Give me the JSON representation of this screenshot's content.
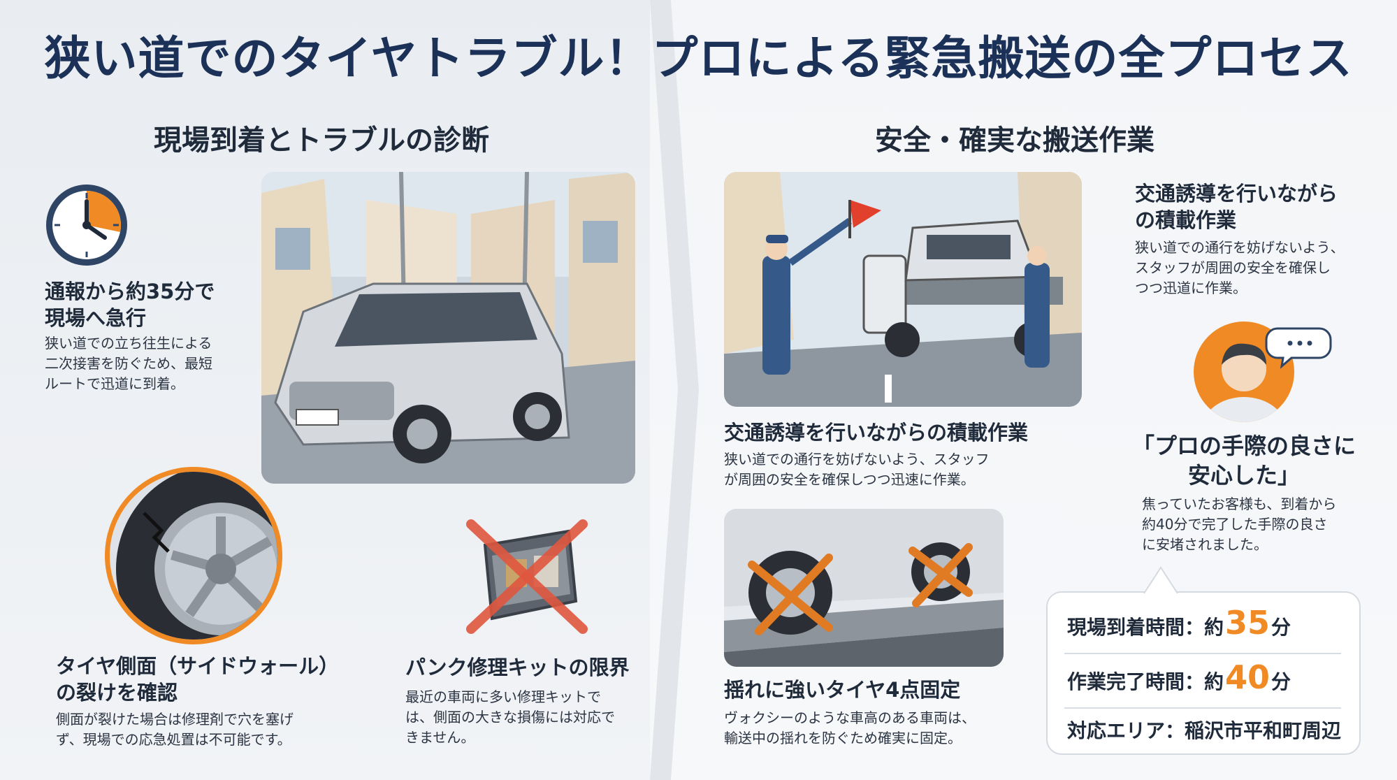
{
  "title": "狭い道でのタイヤトラブル！プロによる緊急搬送の全プロセス",
  "left": {
    "section_title": "現場到着とトラブルの診断",
    "arrival": {
      "icon": "clock-icon",
      "heading_line1": "通報から約35分で",
      "heading_line2": "現場へ急行",
      "body_line1": "狭い道での立ち往生による",
      "body_line2": "二次接害を防ぐため、最短",
      "body_line3": "ルートで迅道に到着。"
    },
    "sidewall": {
      "heading_line1": "タイヤ側面（サイドウォール）",
      "heading_line2": "の裂けを確認",
      "body_line1": "側面が裂けた場合は修理剤で穴を塞げ",
      "body_line2": "ず、現場での応急処置は不可能です。"
    },
    "repair_kit": {
      "heading": "パンク修理キットの限界",
      "body_line1": "最近の車両に多い修理キットで",
      "body_line2": "は、側面の大きな損傷には対応で",
      "body_line3": "きません。"
    }
  },
  "right": {
    "section_title": "安全・確実な搬送作業",
    "loading": {
      "heading": "交通誘導を行いながらの積載作業",
      "body_line1": "狭い道での通行を妨げないよう、スタッフ",
      "body_line2": "が周囲の安全を確保しつつ迅速に作業。"
    },
    "side_loading": {
      "heading_line1": "交通誘導を行いながら",
      "heading_line2": "の積載作業",
      "body_line1": "狭い道での通行を妨げないよう、",
      "body_line2": "スタッフが周囲の安全を確保し",
      "body_line3": "つつ迅道に作業。"
    },
    "fixing": {
      "heading": "揺れに強いタイヤ4点固定",
      "body_line1": "ヴォクシーのような車高のある車両は、",
      "body_line2": "輸送中の揺れを防ぐため確実に固定。"
    },
    "testimonial": {
      "quote_line1": "「プロの手際の良さに",
      "quote_line2": "安心した」",
      "body_line1": "焦っていたお客様も、到着から",
      "body_line2": "約40分で完了した手際の良さ",
      "body_line3": "に安堵されました。"
    },
    "stats": {
      "arrival_label": "現場到着時間：約",
      "arrival_value": "35",
      "arrival_unit": "分",
      "complete_label": "作業完了時間：約",
      "complete_value": "40",
      "complete_unit": "分",
      "area_text": "対応エリア：稲沢市平和町周辺"
    }
  },
  "colors": {
    "accent": "#f08a24",
    "title": "#1c3157",
    "cross": "#e0573f"
  }
}
